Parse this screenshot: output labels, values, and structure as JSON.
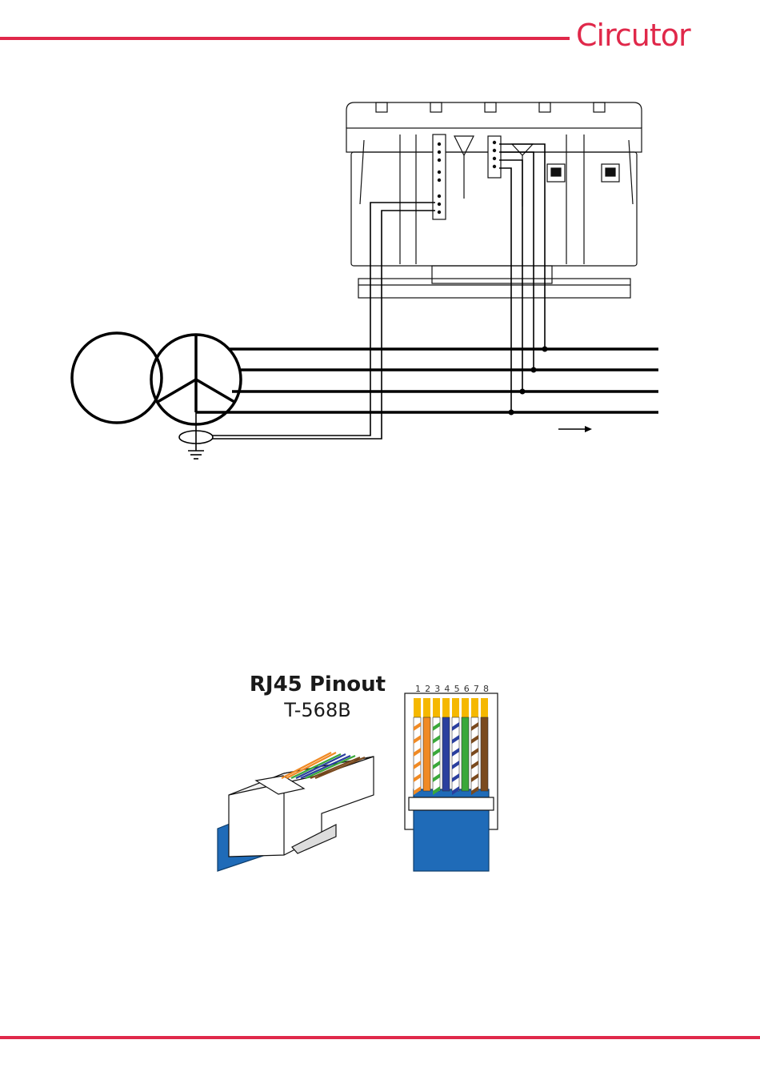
{
  "brand": {
    "name": "Circutor",
    "color": "#e0284a"
  },
  "rj45": {
    "title": "RJ45 Pinout",
    "standard": "T-568B",
    "pins": [
      "1",
      "2",
      "3",
      "4",
      "5",
      "6",
      "7",
      "8"
    ],
    "wire_colors": [
      {
        "pin": "1",
        "color": "#f08a24",
        "striped": true
      },
      {
        "pin": "2",
        "color": "#f08a24",
        "striped": false
      },
      {
        "pin": "3",
        "color": "#3aa83a",
        "striped": true
      },
      {
        "pin": "4",
        "color": "#2a3f9e",
        "striped": false
      },
      {
        "pin": "5",
        "color": "#2a3f9e",
        "striped": true
      },
      {
        "pin": "6",
        "color": "#3aa83a",
        "striped": false
      },
      {
        "pin": "7",
        "color": "#7a4a1e",
        "striped": true
      },
      {
        "pin": "8",
        "color": "#7a4a1e",
        "striped": false
      }
    ],
    "contact_color": "#f5b800",
    "cable_color": "#1f6bb8"
  }
}
